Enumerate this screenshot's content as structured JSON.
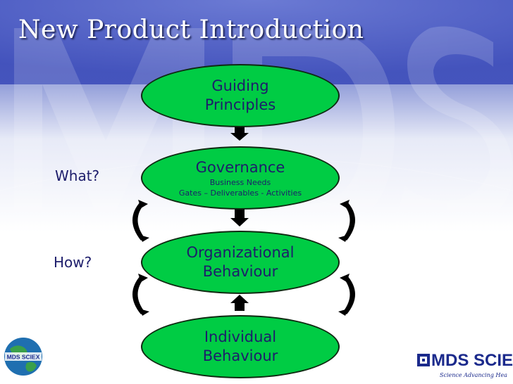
{
  "slide": {
    "title": "New Product Introduction",
    "background_watermark": "MDS"
  },
  "diagram": {
    "ovals": [
      {
        "label": "Guiding\nPrinciples",
        "sub": ""
      },
      {
        "label": "Governance",
        "sub": "Business Needs\nGates – Deliverables - Activities"
      },
      {
        "label": "Organizational\nBehaviour",
        "sub": ""
      },
      {
        "label": "Individual\nBehaviour",
        "sub": ""
      }
    ],
    "side_labels": {
      "what": "What?",
      "how": "How?"
    },
    "oval_color": "#00cc44",
    "text_color": "#1d1d6b"
  },
  "logos": {
    "left_badge": "MDS SCIEX",
    "right_wordmark": "MDS SCIEX",
    "right_tagline": "Science Advancing Hea"
  }
}
